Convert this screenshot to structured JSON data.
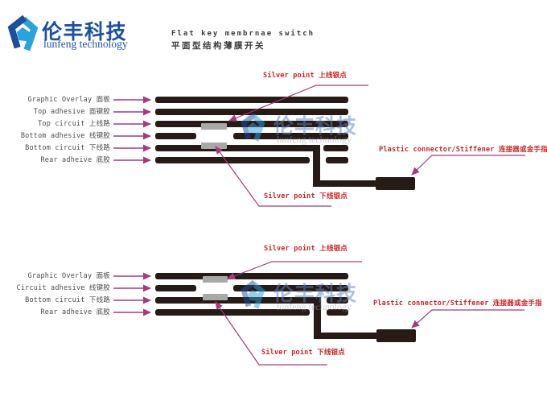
{
  "logo": {
    "name_zh": "伦丰科技",
    "name_en": "lunfeng technology"
  },
  "header": {
    "title_en": "Flat key membrnae switch",
    "title_zh": "平面型结构薄膜开关"
  },
  "watermark": {
    "name_zh": "伦丰科技",
    "name_en": "lunfeng technology"
  },
  "colors": {
    "layer_bar": "#261b17",
    "silver_point": "#a8a8a8",
    "arrow_magenta": "#a63a7a",
    "annotation_red": "#cc2424",
    "label_gray": "#4d4d4d",
    "logo_blue_dark": "#1c4f9d",
    "logo_blue_light": "#2aa3dc"
  },
  "diagram1": {
    "layers": [
      {
        "label": "Graphic Overlay 面板"
      },
      {
        "label": "Top adhesive 面键胶"
      },
      {
        "label": "Top circuit 上线路"
      },
      {
        "label": "Bottom adhesive 线键胶"
      },
      {
        "label": "Bottom circuit 下线路"
      },
      {
        "label": "Rear adheive 底胶"
      }
    ],
    "annotations": {
      "silver_top": "Silver point 上线银点",
      "silver_bottom": "Silver point 下线银点",
      "connector": "Plastic connector/Stiffener 连接器或金手指"
    }
  },
  "diagram2": {
    "layers": [
      {
        "label": "Graphic Overlay 面板"
      },
      {
        "label": "Circuit adhesive 线键胶"
      },
      {
        "label": "Bottom circuit 下线路"
      },
      {
        "label": "Rear adheive 底胶"
      }
    ],
    "annotations": {
      "silver_top": "Silver point 上线银点",
      "silver_bottom": "Silver point 下线银点",
      "connector": "Plastic connector/Stiffener 连接器或金手指"
    }
  }
}
